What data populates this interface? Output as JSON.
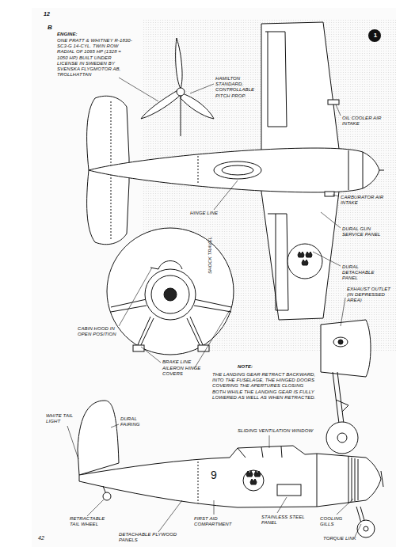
{
  "diagram": {
    "labels": [
      "12",
      "B",
      "ENGINE:",
      "ONE PRATT & WHITNEY R-1830-SC3-G 14-CYL. TWIN ROW RADIAL OF 1065 HP (1328 = 1050 HP) BUILT UNDER LICENSE IN SWEDEN BY SVENSKA FLYGMOTOR AB, TROLLHATTAN",
      "HAMILTON STANDARD, CONTROLLABLE PITCH PROP.",
      "1",
      "OIL COOLER AIR INTAKE",
      "CARBURATOR AIR INTAKE",
      "HINGE LINE",
      "DURAL GUN SERVICE PANEL",
      "DURAL DETACHABLE PANEL",
      "SHOCK TRAVEL",
      "EXHAUST OUTLET (IN DEPRESSED AREA)",
      "CABIN HOOD IN OPEN POSITION",
      "BRAKE LINE",
      "AILERON HINGE COVERS",
      "NOTE:",
      "THE LANDING GEAR RETRACT BACKWARD, INTO THE FUSELAGE, THE HINGED DOORS COVERING THE APERTURES CLOSING BOTH WHILE THE LANDING GEAR IS FULLY LOWERED AS WELL AS WHEN RETRACTED.",
      "SLIDING VENTILATION WINDOW",
      "WHITE TAIL LIGHT",
      "DURAL FAIRING",
      "9",
      "RETRACTABLE TAIL WHEEL",
      "FIRST AID COMPARTMENT",
      "STAINLESS STEEL PANEL",
      "COOLING GILLS",
      "DETACHABLE PLYWOOD PANELS",
      "TORQUE LINK",
      "42"
    ]
  }
}
